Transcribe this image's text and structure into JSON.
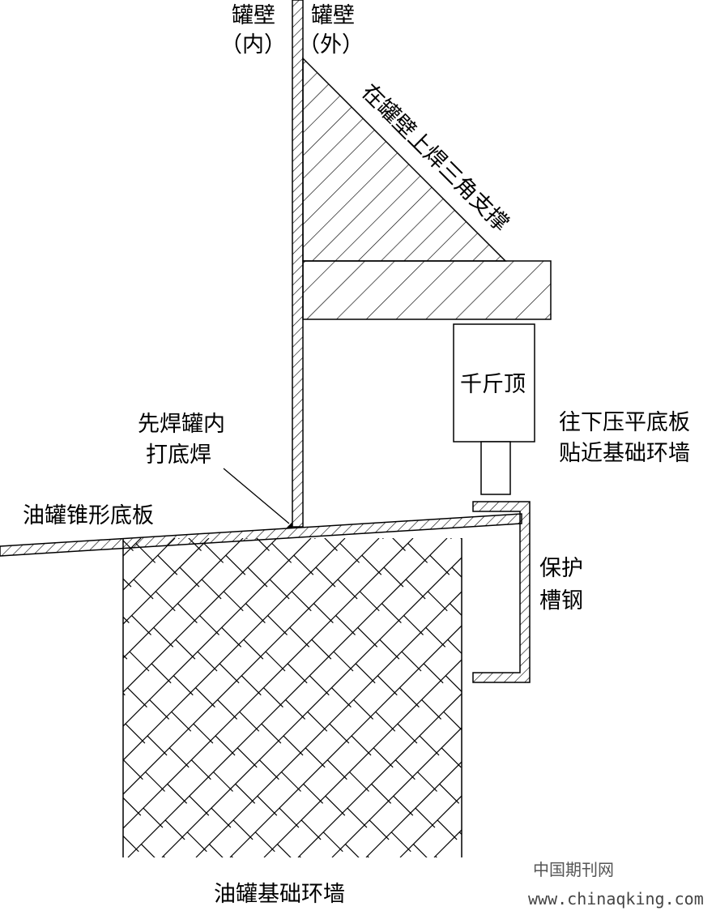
{
  "labels": {
    "wall_inner_top": "罐壁",
    "wall_inner_bottom": "（内）",
    "wall_outer_top": "罐壁",
    "wall_outer_bottom": "（外）",
    "triangle_brace": "在罐壁上焊三角支撑",
    "jack": "千斤顶",
    "press_line1": "往下压平底板",
    "press_line2": "贴近基础环墙",
    "weld_line1": "先焊罐内",
    "weld_line2": "打底焊",
    "bottom_plate": "油罐锥形底板",
    "channel_line1": "保护",
    "channel_line2": "槽钢",
    "foundation": "油罐基础环墙"
  },
  "watermark": {
    "site_name": "中国期刊网",
    "url": "www.chinaqking.com"
  },
  "colors": {
    "ink": "#000000",
    "background": "#ffffff",
    "watermark": "#555555"
  }
}
